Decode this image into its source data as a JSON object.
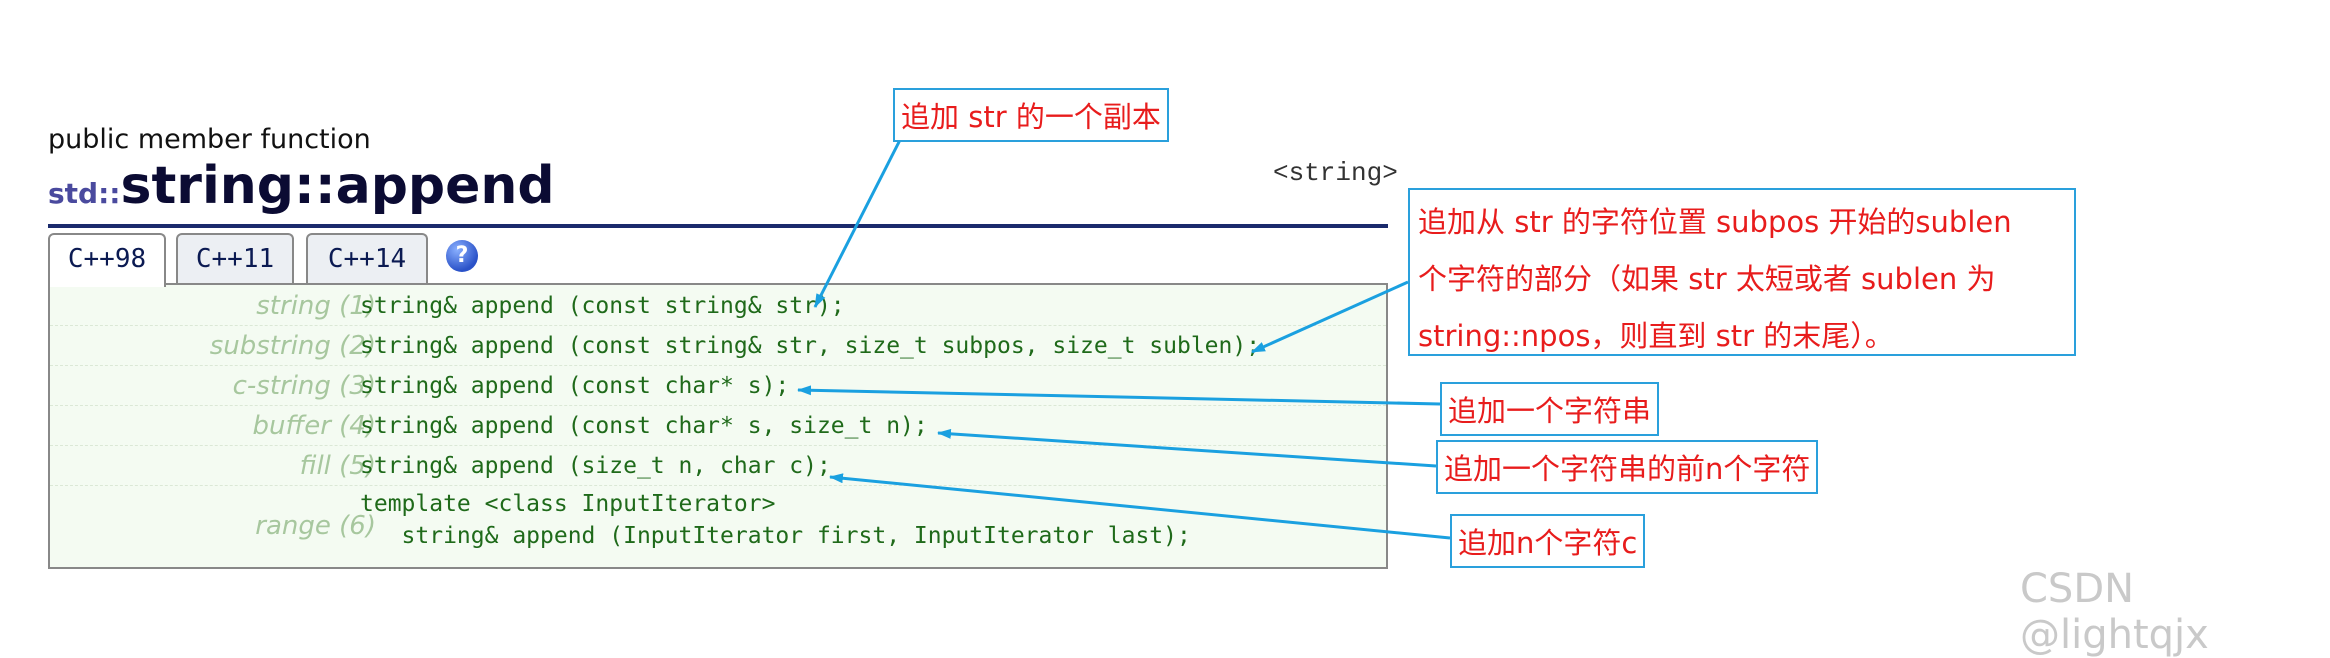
{
  "page": {
    "kind_label": "public member function",
    "title_ns": "std::",
    "title_name": "string::append",
    "header_tag": "<string>"
  },
  "tabs": [
    {
      "label": "C++98",
      "active": true
    },
    {
      "label": "C++11",
      "active": false
    },
    {
      "label": "C++14",
      "active": false
    }
  ],
  "help_icon": {
    "icon": "help-icon",
    "glyph": "?"
  },
  "prototypes": [
    {
      "label": "string (1)",
      "code": [
        "string& append (const string& str);"
      ]
    },
    {
      "label": "substring (2)",
      "code": [
        "string& append (const string& str, size_t subpos, size_t sublen);"
      ]
    },
    {
      "label": "c-string (3)",
      "code": [
        "string& append (const char* s);"
      ]
    },
    {
      "label": "buffer (4)",
      "code": [
        "string& append (const char* s, size_t n);"
      ]
    },
    {
      "label": "fill (5)",
      "code": [
        "string& append (size_t n, char c);"
      ]
    },
    {
      "label": "range (6)",
      "code": [
        "template <class InputIterator>",
        "   string& append (InputIterator first, InputIterator last);"
      ]
    }
  ],
  "annotations": {
    "copy": "追加 str 的一个副本",
    "substring": [
      "追加从 str 的字符位置 subpos 开始的sublen",
      "个字符的部分（如果 str 太短或者 sublen 为",
      "string::npos，则直到 str 的末尾）。"
    ],
    "cstring": "追加一个字符串",
    "buffer": "追加一个字符串的前n个字符",
    "fill": "追加n个字符c"
  },
  "colors": {
    "annotation_text": "#e81c1c",
    "annotation_border": "#2aa0dc",
    "arrow": "#1aa0e0",
    "code": "#1f6a1a",
    "label": "#a7c79e",
    "title": "#0b0b33"
  },
  "watermark": "CSDN @lightqjx"
}
